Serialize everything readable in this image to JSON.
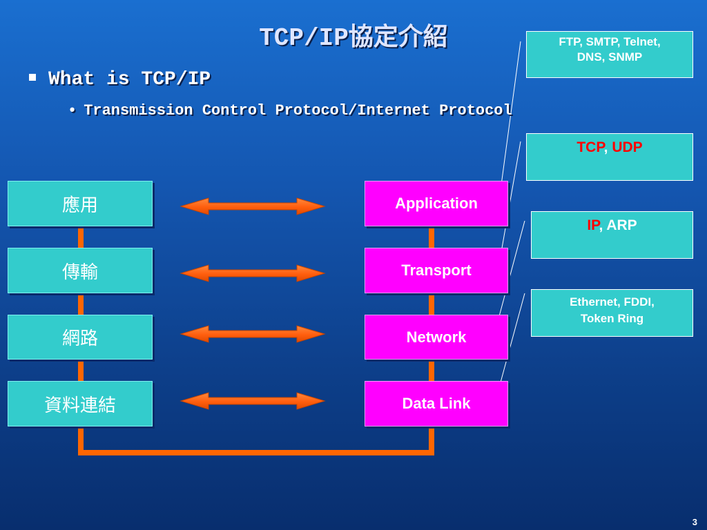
{
  "slide": {
    "title": "TCP/IP協定介紹",
    "bullet": "What is TCP/IP",
    "sub_bullet": "Transmission Control Protocol/Internet Protocol",
    "page_number": "3"
  },
  "left_stack": [
    {
      "label": "應用"
    },
    {
      "label": "傳輸"
    },
    {
      "label": "網路"
    },
    {
      "label": "資料連結"
    }
  ],
  "right_stack": [
    {
      "label": "Application"
    },
    {
      "label": "Transport"
    },
    {
      "label": "Network"
    },
    {
      "label": "Data Link"
    }
  ],
  "callouts": {
    "application": {
      "line1": "FTP, SMTP, Telnet,",
      "line2": "DNS, SNMP"
    },
    "transport": {
      "tcp": "TCP",
      "sep": ", ",
      "udp": "UDP"
    },
    "network": {
      "ip": "IP",
      "rest": ", ARP"
    },
    "datalink": {
      "line1": "Ethernet, FDDI,",
      "line2": "Token Ring"
    }
  },
  "colors": {
    "left_box": "#33cccc",
    "right_box": "#ff00ff",
    "connector": "#ff6600",
    "arrow": "#ff6a1a",
    "highlight_text": "#ff0000"
  }
}
